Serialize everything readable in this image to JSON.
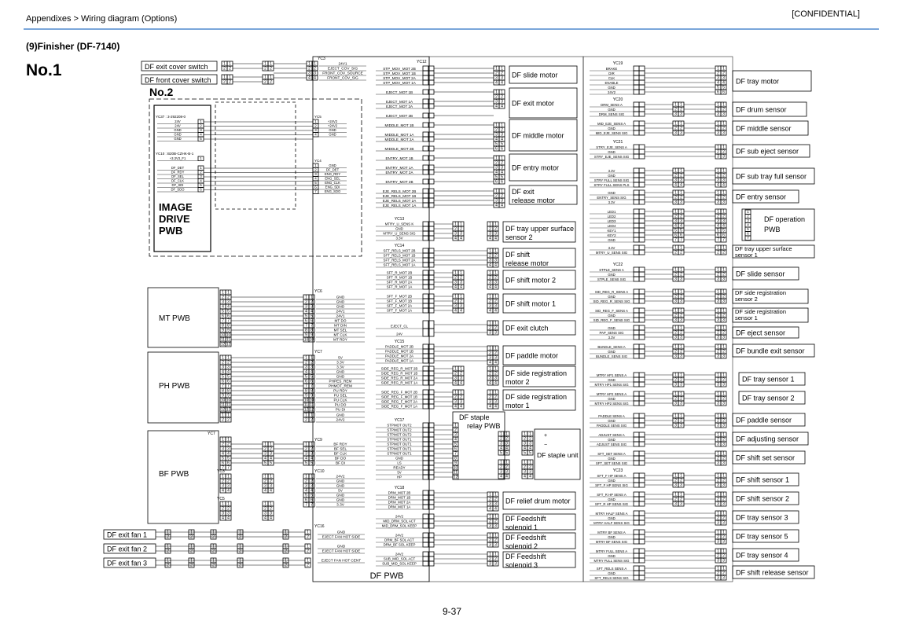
{
  "header": {
    "breadcrumb": "Appendixes > Wiring diagram (Options)",
    "confidential": "[CONFIDENTIAL]",
    "section_title": "(9)Finisher (DF-7140)",
    "diagram_number": "No.1",
    "page_number": "9-37"
  },
  "left_parts": {
    "exit_cover_switch": "DF exit cover switch",
    "front_cover_switch": "DF front cover switch",
    "no2_label": "No.2",
    "image_drive_pwb": "IMAGE DRIVE PWB",
    "mt_pwb": "MT PWB",
    "ph_pwb": "PH PWB",
    "bf_pwb": "BF PWB",
    "exit_fans": [
      "DF exit fan 1",
      "DF exit fan 2",
      "DF exit fan 3"
    ],
    "df_pwb": "DF PWB",
    "staple_relay_pwb": "DF staple relay PWB",
    "staple_unit": "DF staple unit"
  },
  "connectors": {
    "yc3": "YC3",
    "yc5": "YC5",
    "yc4": "YC4",
    "yc6": "YC6",
    "yc7": "YC7",
    "yc9": "YC9",
    "yc10": "YC10",
    "yc16": "YC16",
    "yc12": "YC12",
    "yc13": "YC13",
    "yc14": "YC14",
    "yc15": "YC15",
    "yc17": "YC17",
    "yc18": "YC18",
    "yc19": "YC19",
    "yc20": "YC20",
    "yc21": "YC21",
    "yc22": "YC22",
    "yc23": "YC23",
    "yc37": "YC37 : 3-292208-0",
    "yc10b": "YC10 : B20B-CZHK-B-1"
  },
  "signals": {
    "yc3": [
      "24V1",
      "EJECT_COV_SIG",
      "FRONT_COV_SOURCE",
      "FRONT_COV_SIG"
    ],
    "yc5": [
      "+24V2",
      "+24V2",
      "GND",
      "GND"
    ],
    "yc4": [
      "GND",
      "DF_DET",
      "ENG_RDY",
      "ENG_SEL",
      "ENG_CLK",
      "ENG_SDI",
      "ENG_SDO"
    ],
    "yc37": [
      "24V",
      "24V",
      "GND",
      "GND",
      "GND"
    ],
    "yc10b": [
      "+3.3V3_F1",
      "DF_DET",
      "DF_RDY",
      "DF_SEL",
      "DF_CLK",
      "DF_SDI",
      "DF_SDO"
    ],
    "yc6": [
      "GND",
      "GND",
      "GND",
      "24V1",
      "24V1",
      "MT DO",
      "MT DIN",
      "MT SEL",
      "MT CLK",
      "MT RDY"
    ],
    "yc7": [
      "5V",
      "3.3V",
      "3.3V",
      "GND",
      "GND",
      "PHPES_REM",
      "PHMOT_REM",
      "PU RDY",
      "PU SEL",
      "PU CLK",
      "PU DO",
      "PU DI"
    ],
    "yc9": [
      "BF RDY",
      "BF SEL",
      "BF CLK",
      "BF DO",
      "BF DI"
    ],
    "yc10": [
      "24V2",
      "GND",
      "GND",
      "5V",
      "GND",
      "GND",
      "3.3V"
    ],
    "yc16": [
      "GND",
      "EJECT FAN HOT SIDE",
      "GND",
      "EJECT FAN HOT SIDE",
      "EJECT FAN HOT CENT"
    ],
    "yc12": [
      "STP_MOV_MOT 2B",
      "STP_MOV_MOT 1B",
      "STP_MOV_MOT 2A",
      "STP_MOV_MOT 1A",
      "EJECT_MOT 1B",
      "EJECT_MOT 1A",
      "EJECT_MOT 2A",
      "EJECT_MOT 2B",
      "MIDDLE_MOT 1B",
      "MIDDLE_MOT 1A",
      "MIDDLE_MOT 2A",
      "MIDDLE_MOT 2B",
      "ENTRY_MOT 1B",
      "ENTRY_MOT 1A",
      "ENTRY_MOT 2A",
      "ENTRY_MOT 2B",
      "EJE_RELS_MOT 2B",
      "EJE_RELS_MOT 1B",
      "EJE_RELS_MOT 2A",
      "EJE_RELS_MOT 1A"
    ],
    "yc13": [
      "MTRY_U_SENS K",
      "GND",
      "MTRY_U_SENS SIG",
      "3.3V"
    ],
    "yc14": [
      "SFT_RELS_MOT 2B",
      "SFT_RELS_MOT 1B",
      "SFT_RELS_MOT 2A",
      "SFT_RELS_MOT 1A",
      "SFT_R_MOT 2B",
      "SFT_R_MOT 1B",
      "SFT_R_MOT 2A",
      "SFT_R_MOT 1A",
      "SFT_F_MOT 2B",
      "SFT_F_MOT 1B",
      "SFT_F_MOT 2A",
      "SFT_F_MOT 1A",
      "EJECT_CL",
      "24V"
    ],
    "yc15": [
      "PADDLE_MOT 2B",
      "PADDLE_MOT 1B",
      "PADDLE_MOT 2A",
      "PADDLE_MOT 1A",
      "SIDE_REG_R_MOT 2B",
      "SIDE_REG_R_MOT 1B",
      "SIDE_REG_R_MOT 2A",
      "SIDE_REG_R_MOT 1A",
      "SIDE_REG_F_MOT 2B",
      "SIDE_REG_F_MOT 1B",
      "SIDE_REG_F_MOT 2A",
      "SIDE_REG_F_MOT 1A"
    ],
    "yc17": [
      "STPMOT OUT2",
      "STPMOT OUT2",
      "STPMOT OUT2",
      "STPMOT OUT1",
      "STPMOT OUT1",
      "STPMOT OUT1",
      "STPMOT OUT1",
      "GND",
      "LS",
      "READY",
      "5V",
      "HP"
    ],
    "yc18": [
      "DRM_MOT 2B",
      "DRM_MOT 1B",
      "DRM_MOT 2A",
      "DRM_MOT 1A",
      "24V2",
      "MID_DRM_SOL ACT",
      "MID_DRM_SOL KEEP",
      "24V2",
      "DRM_BF SOL ACT",
      "DRM_BF SOL KEEP",
      "24V2",
      "SUB_MID_SOL ACT",
      "SUB_MID_SOL KEEP"
    ],
    "yc19": [
      "BRAKE",
      "DIR",
      "CLK",
      "ENABLE",
      "GND",
      "24V2"
    ],
    "yc20": [
      "DRM_SENS A",
      "GND",
      "DRM_SENS SIG",
      "MID_EJE_SENS A",
      "GND",
      "MID_EJE_SENS SIG"
    ],
    "yc21": [
      "STRY_EJE_SENS A",
      "GND",
      "STRY_EJE_SENS SIG",
      "3.3V",
      "GND",
      "STRY FULL SENS SIG",
      "STRY FULL SENS PLS",
      "GND",
      "ENTRY_SENS SIG",
      "3.3V",
      "LED1",
      "LED2",
      "LED3",
      "LED4",
      "KEY1",
      "KEY2",
      "GND",
      "3.3V",
      "MTRY_U_SENS SIG"
    ],
    "yc22": [
      "STPLE_SENS A",
      "GND",
      "STPLE_SENS SIG",
      "SID_REG_R_SENS A",
      "GND",
      "SID_REG_R_SENS SIG",
      "SID_REG_F_SENS A",
      "GND",
      "SID_REG_F_SENS SIG",
      "GND",
      "PAP_SENS SIG",
      "3.3V",
      "BUNDLE_SENS A",
      "GND",
      "BUNDLE_SENS SIG",
      "MTRY HP1 SENS A",
      "GND",
      "MTRY HP1 SENS SIG",
      "MTRY HP2 SENS A",
      "GND",
      "MTRY HP2 SENS SIG",
      "PADDLE SENS A",
      "GND",
      "PADDLE SENS SIG",
      "ADJUST SENS A",
      "GND",
      "ADJUST SENS SIG",
      "SFT_SET SENS A",
      "GND",
      "SFT_SET SENS SIG"
    ],
    "yc23": [
      "SFT_F HP SENS A",
      "GND",
      "SFT_F HP SENS SIG",
      "SFT_R HP SENS A",
      "GND",
      "SFT_R HP SENS SIG",
      "MTRY HALF SENS A",
      "GND",
      "MTRY HALF SENS SIG",
      "MTRY BF SENS A",
      "GND",
      "MTRY BF SENS SIG",
      "MTRY FULL SENS A",
      "GND",
      "MTRY FULL SENS SIG",
      "SFT_RELS SENS A",
      "GND",
      "SFT_RELS SENS SIG"
    ]
  },
  "middle_loads": [
    "DF slide motor",
    "DF exit motor",
    "DF middle motor",
    "DF entry motor",
    "DF exit release motor",
    "DF tray upper surface sensor 2",
    "DF shift release motor",
    "DF shift motor 2",
    "DF shift motor 1",
    "DF exit clutch",
    "DF paddle motor",
    "DF side registration motor 2",
    "DF side registration motor 1",
    "DF relief drum motor",
    "DF Feedshift solenoid 1",
    "DF Feedshift solenoid 2",
    "DF Feedshift solenoid 3"
  ],
  "right_loads": [
    "DF tray motor",
    "DF drum sensor",
    "DF middle sensor",
    "DF sub eject sensor",
    "DF sub tray full sensor",
    "DF entry sensor",
    "DF operation PWB",
    "DF tray upper surface sensor 1",
    "DF slide sensor",
    "DF side registration sensor 2",
    "DF side registration sensor 1",
    "DF eject sensor",
    "DF bundle exit sensor",
    "DF tray sensor 1",
    "DF tray sensor 2",
    "DF paddle sensor",
    "DF adjusting sensor",
    "DF shift set sensor",
    "DF shift sensor 1",
    "DF shift sensor 2",
    "DF tray sensor 3",
    "DF tray sensor 5",
    "DF tray sensor 4",
    "DF shift release sensor"
  ]
}
